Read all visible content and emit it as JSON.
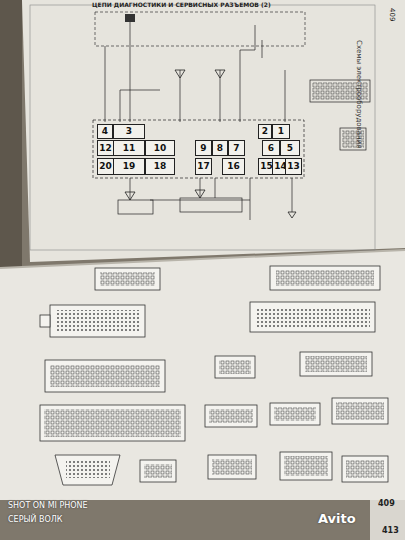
{
  "diagram": {
    "nodes": [
      {
        "text": [
          "4"
        ]
      },
      {
        "text": [
          "3"
        ]
      },
      {
        "text": [
          "2"
        ]
      },
      {
        "text": [
          "1"
        ]
      },
      {
        "text": [
          "12"
        ]
      },
      {
        "text": [
          "11"
        ]
      },
      {
        "text": [
          "10"
        ]
      },
      {
        "text": [
          "9"
        ]
      },
      {
        "text": [
          "8"
        ]
      },
      {
        "text": [
          "7"
        ]
      },
      {
        "text": [
          "6"
        ]
      },
      {
        "text": [
          "5"
        ]
      },
      {
        "text": [
          "20"
        ]
      },
      {
        "text": [
          "19"
        ]
      },
      {
        "text": [
          "18"
        ]
      },
      {
        "text": [
          "17"
        ]
      },
      {
        "text": [
          "16"
        ]
      },
      {
        "text": [
          "15"
        ]
      },
      {
        "text": [
          "14"
        ]
      },
      {
        "text": [
          "13"
        ]
      }
    ],
    "labels": [
      "ЦЕПИ ДИАГНОСТИКИ И СЕРВИСНЫХ РАЗЪЕМОВ (2)",
      "Схемы электрооборудования",
      "409",
      "409",
      "413",
      "SHOT ON MI PHONE",
      "СЕРЫЙ ВОЛК",
      "Avito"
    ]
  }
}
